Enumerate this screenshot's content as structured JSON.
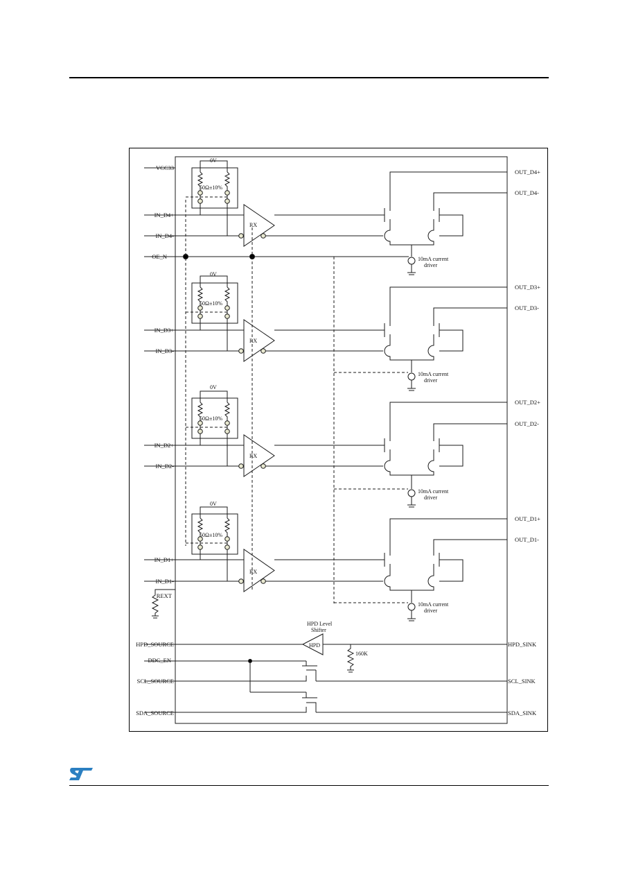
{
  "diagram": {
    "left_pins": {
      "vcc": "VCC33",
      "in_d4p": "IN_D4+",
      "in_d4m": "IN_D4-",
      "oe_n": "OE_N",
      "in_d3p": "IN_D3+",
      "in_d3m": "IN_D3-",
      "in_d2p": "IN_D2+",
      "in_d2m": "IN_D2-",
      "in_d1p": "IN_D1+",
      "in_d1m": "IN_D1-",
      "rext": "REXT",
      "hpd_source": "HPD_SOURCE",
      "ddc_en": "DDC_EN",
      "scl_source": "SCL_SOURCE",
      "sda_source": "SDA_SOURCE"
    },
    "right_pins": {
      "out_d4p": "OUT_D4+",
      "out_d4m": "OUT_D4-",
      "out_d3p": "OUT_D3+",
      "out_d3m": "OUT_D3-",
      "out_d2p": "OUT_D2+",
      "out_d2m": "OUT_D2-",
      "out_d1p": "OUT_D1+",
      "out_d1m": "OUT_D1-",
      "hpd_sink": "HPD_SINK",
      "scl_sink": "SCL_SINK",
      "sda_sink": "SDA_SINK"
    },
    "channel_labels": {
      "zero_v": "0V",
      "termination": "50Ω±10%",
      "receiver": "RX",
      "current_driver_1": "10mA current",
      "current_driver_2": "driver"
    },
    "hpd_block": {
      "title_1": "HPD Level",
      "title_2": "Shifter",
      "buffer": "HPD",
      "pulldown": "160K"
    }
  },
  "colors": {
    "line": "#1a1a1a",
    "logo": "#2b7fc1"
  }
}
